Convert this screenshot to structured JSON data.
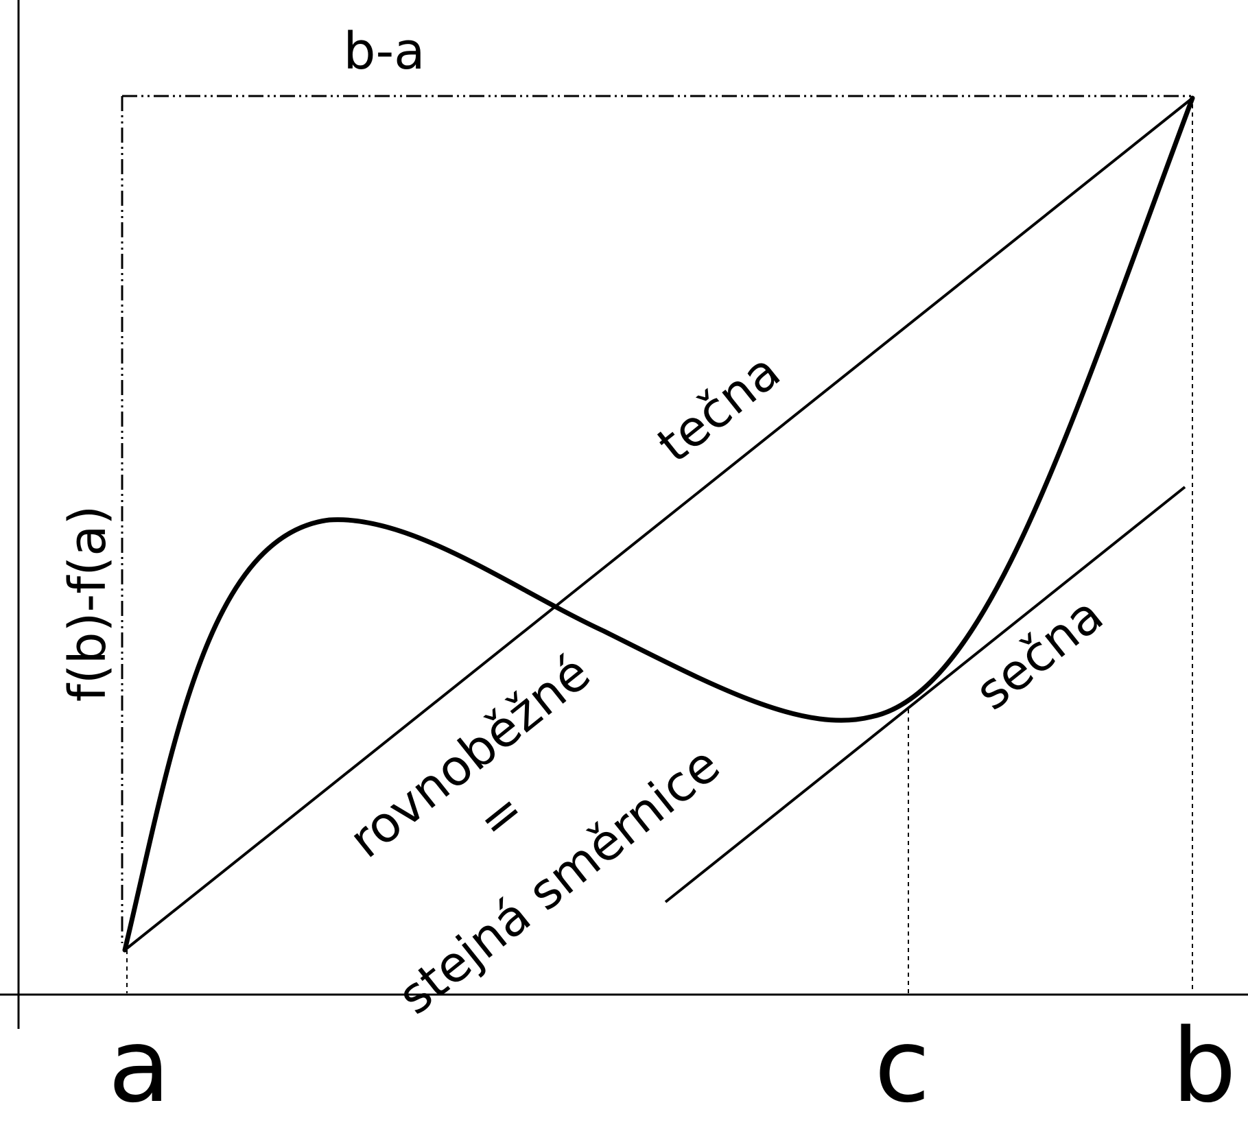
{
  "labels": {
    "width": "b-a",
    "height": "f(b)-f(a)",
    "point_a": "a",
    "point_c": "c",
    "point_b": "b",
    "line_upper": "tečna",
    "line_lower": "sečna",
    "parallel": "rovnoběžné",
    "equals": "=",
    "same_slope": "stejná směrnice"
  },
  "colors": {
    "ink": "#000000",
    "background": "#ffffff"
  }
}
